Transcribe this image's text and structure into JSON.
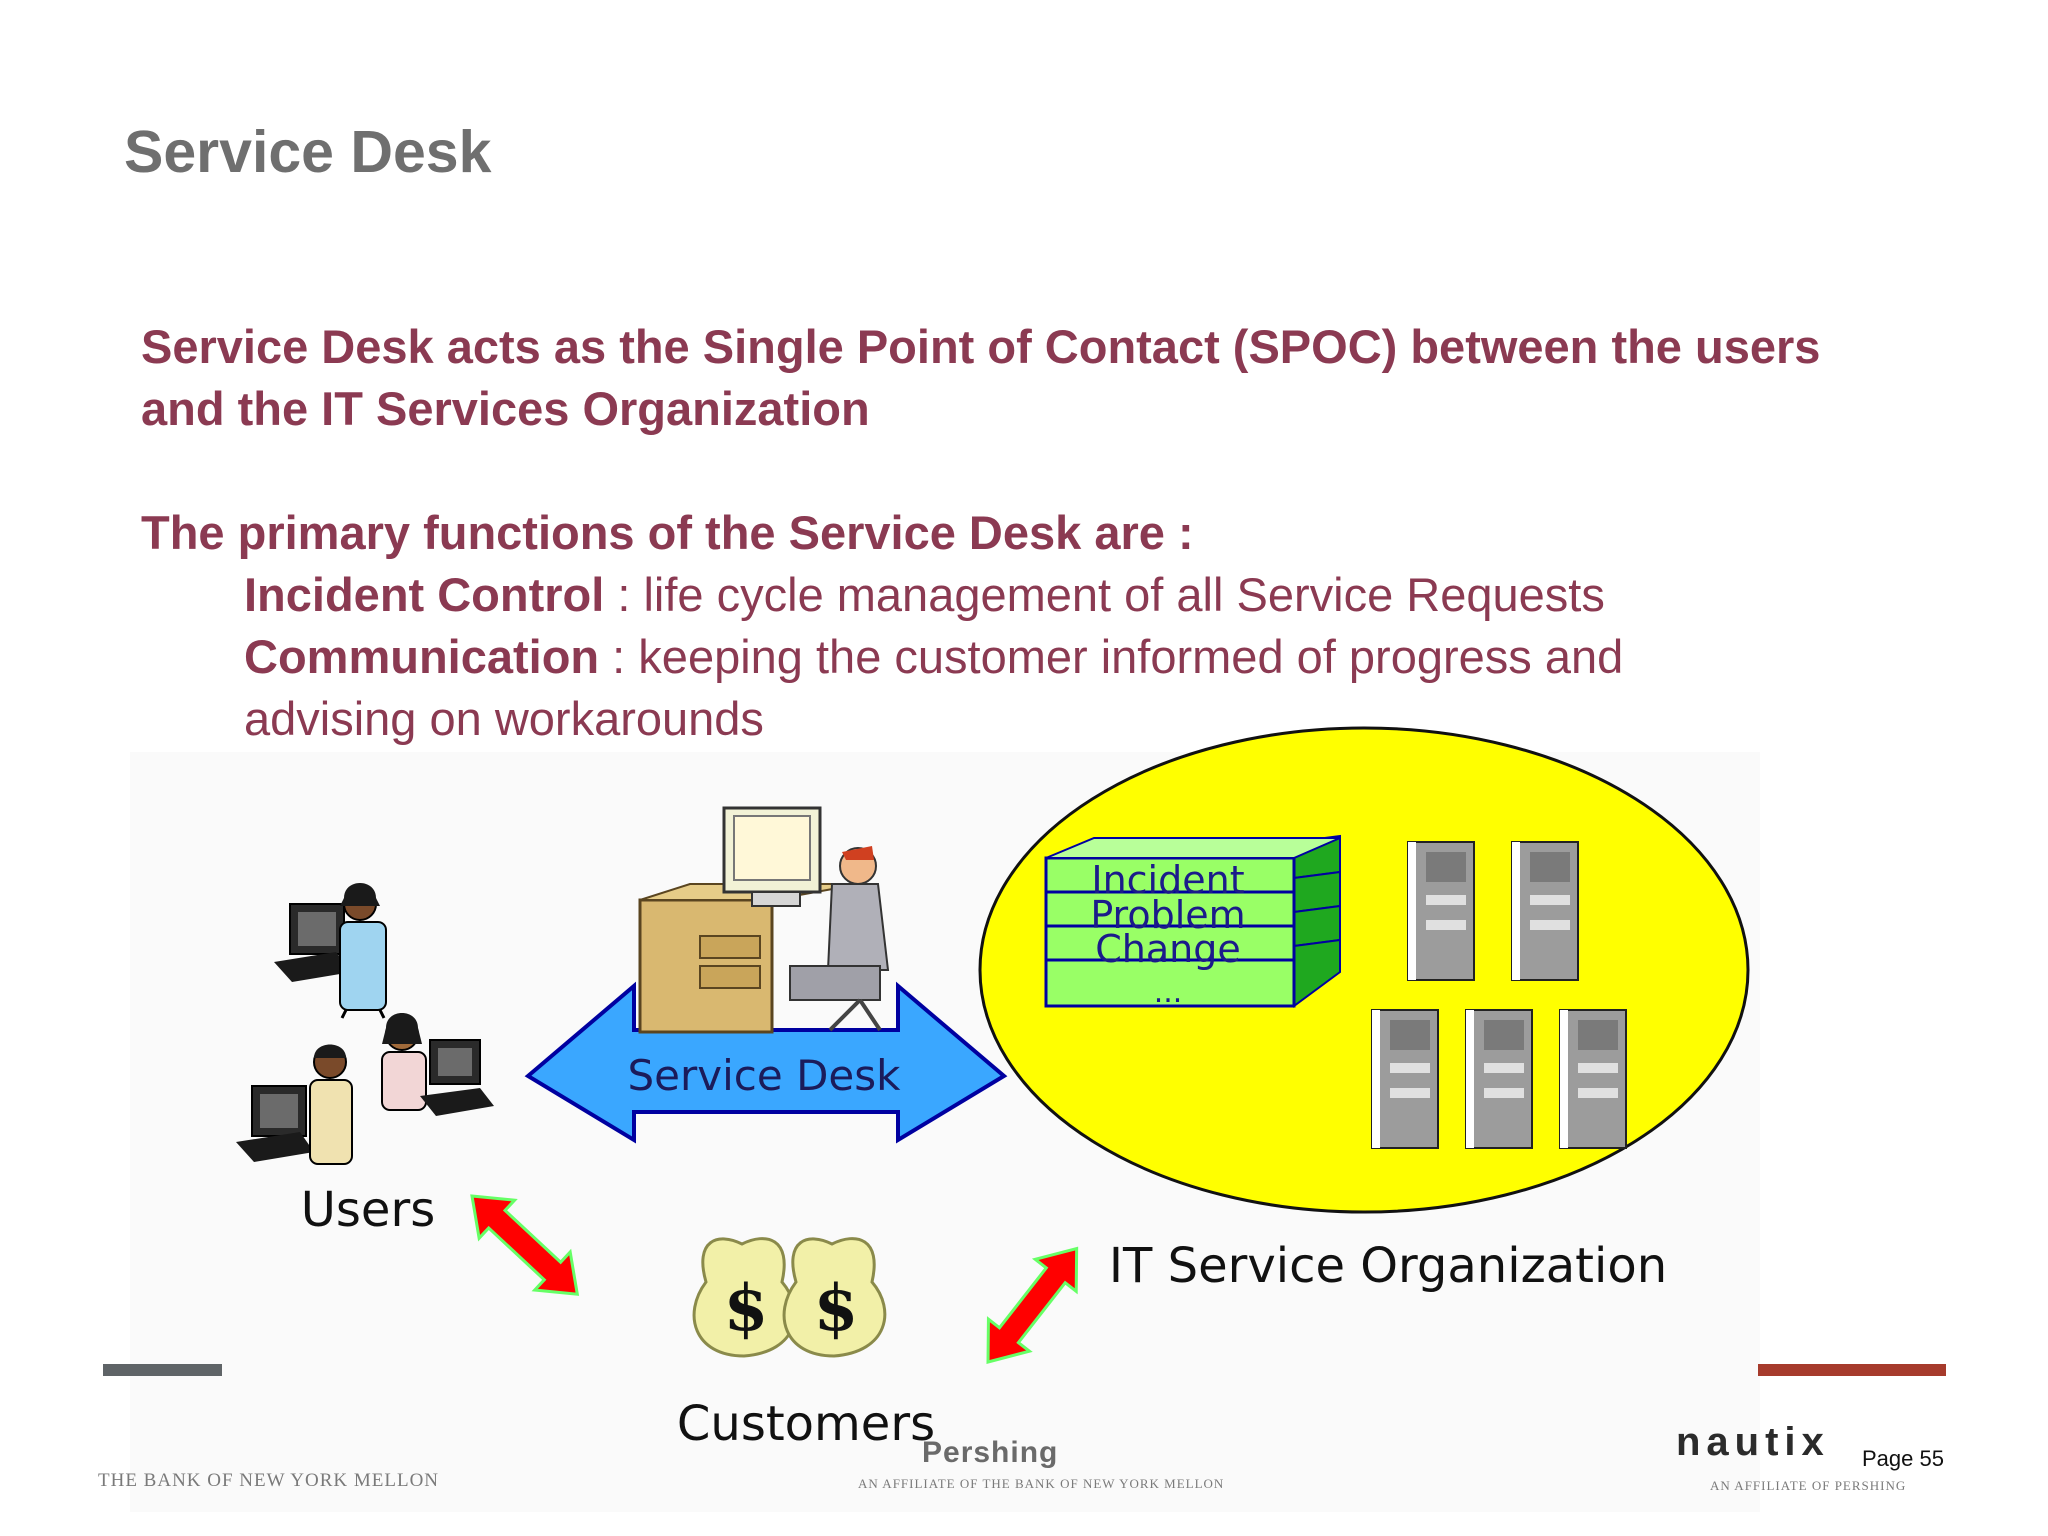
{
  "slide": {
    "title": "Service Desk",
    "spoc_text": "Service Desk acts as the Single Point of Contact (SPOC) between the users and the IT Services Organization",
    "functions_heading": "The primary functions of the Service Desk are :",
    "functions": [
      {
        "term": "Incident Control",
        "description": " : life cycle management of all Service Requests"
      },
      {
        "term": "Communication",
        "description": " : keeping the customer informed of progress and advising on workarounds"
      }
    ]
  },
  "diagram": {
    "users_label": "Users",
    "service_desk_label": "Service Desk",
    "customers_label": "Customers",
    "it_org_label": "IT Service Organization",
    "stack_layers": [
      "Incident",
      "Problem",
      "Change",
      "..."
    ],
    "colors": {
      "ellipse_fill": "#ffff00",
      "arrow_blue": "#3aa7ff",
      "arrow_red": "#ff0000",
      "stack_green": "#99ff66"
    }
  },
  "footer": {
    "bny_mellon": "THE BANK OF NEW YORK MELLON",
    "pershing_logo": "Pershing",
    "pershing_affiliate": "AN AFFILIATE OF THE BANK OF NEW YORK MELLON",
    "nautix_logo": "nautix",
    "nautix_affiliate": "AN AFFILIATE OF PERSHING",
    "page_number": "Page 55"
  }
}
